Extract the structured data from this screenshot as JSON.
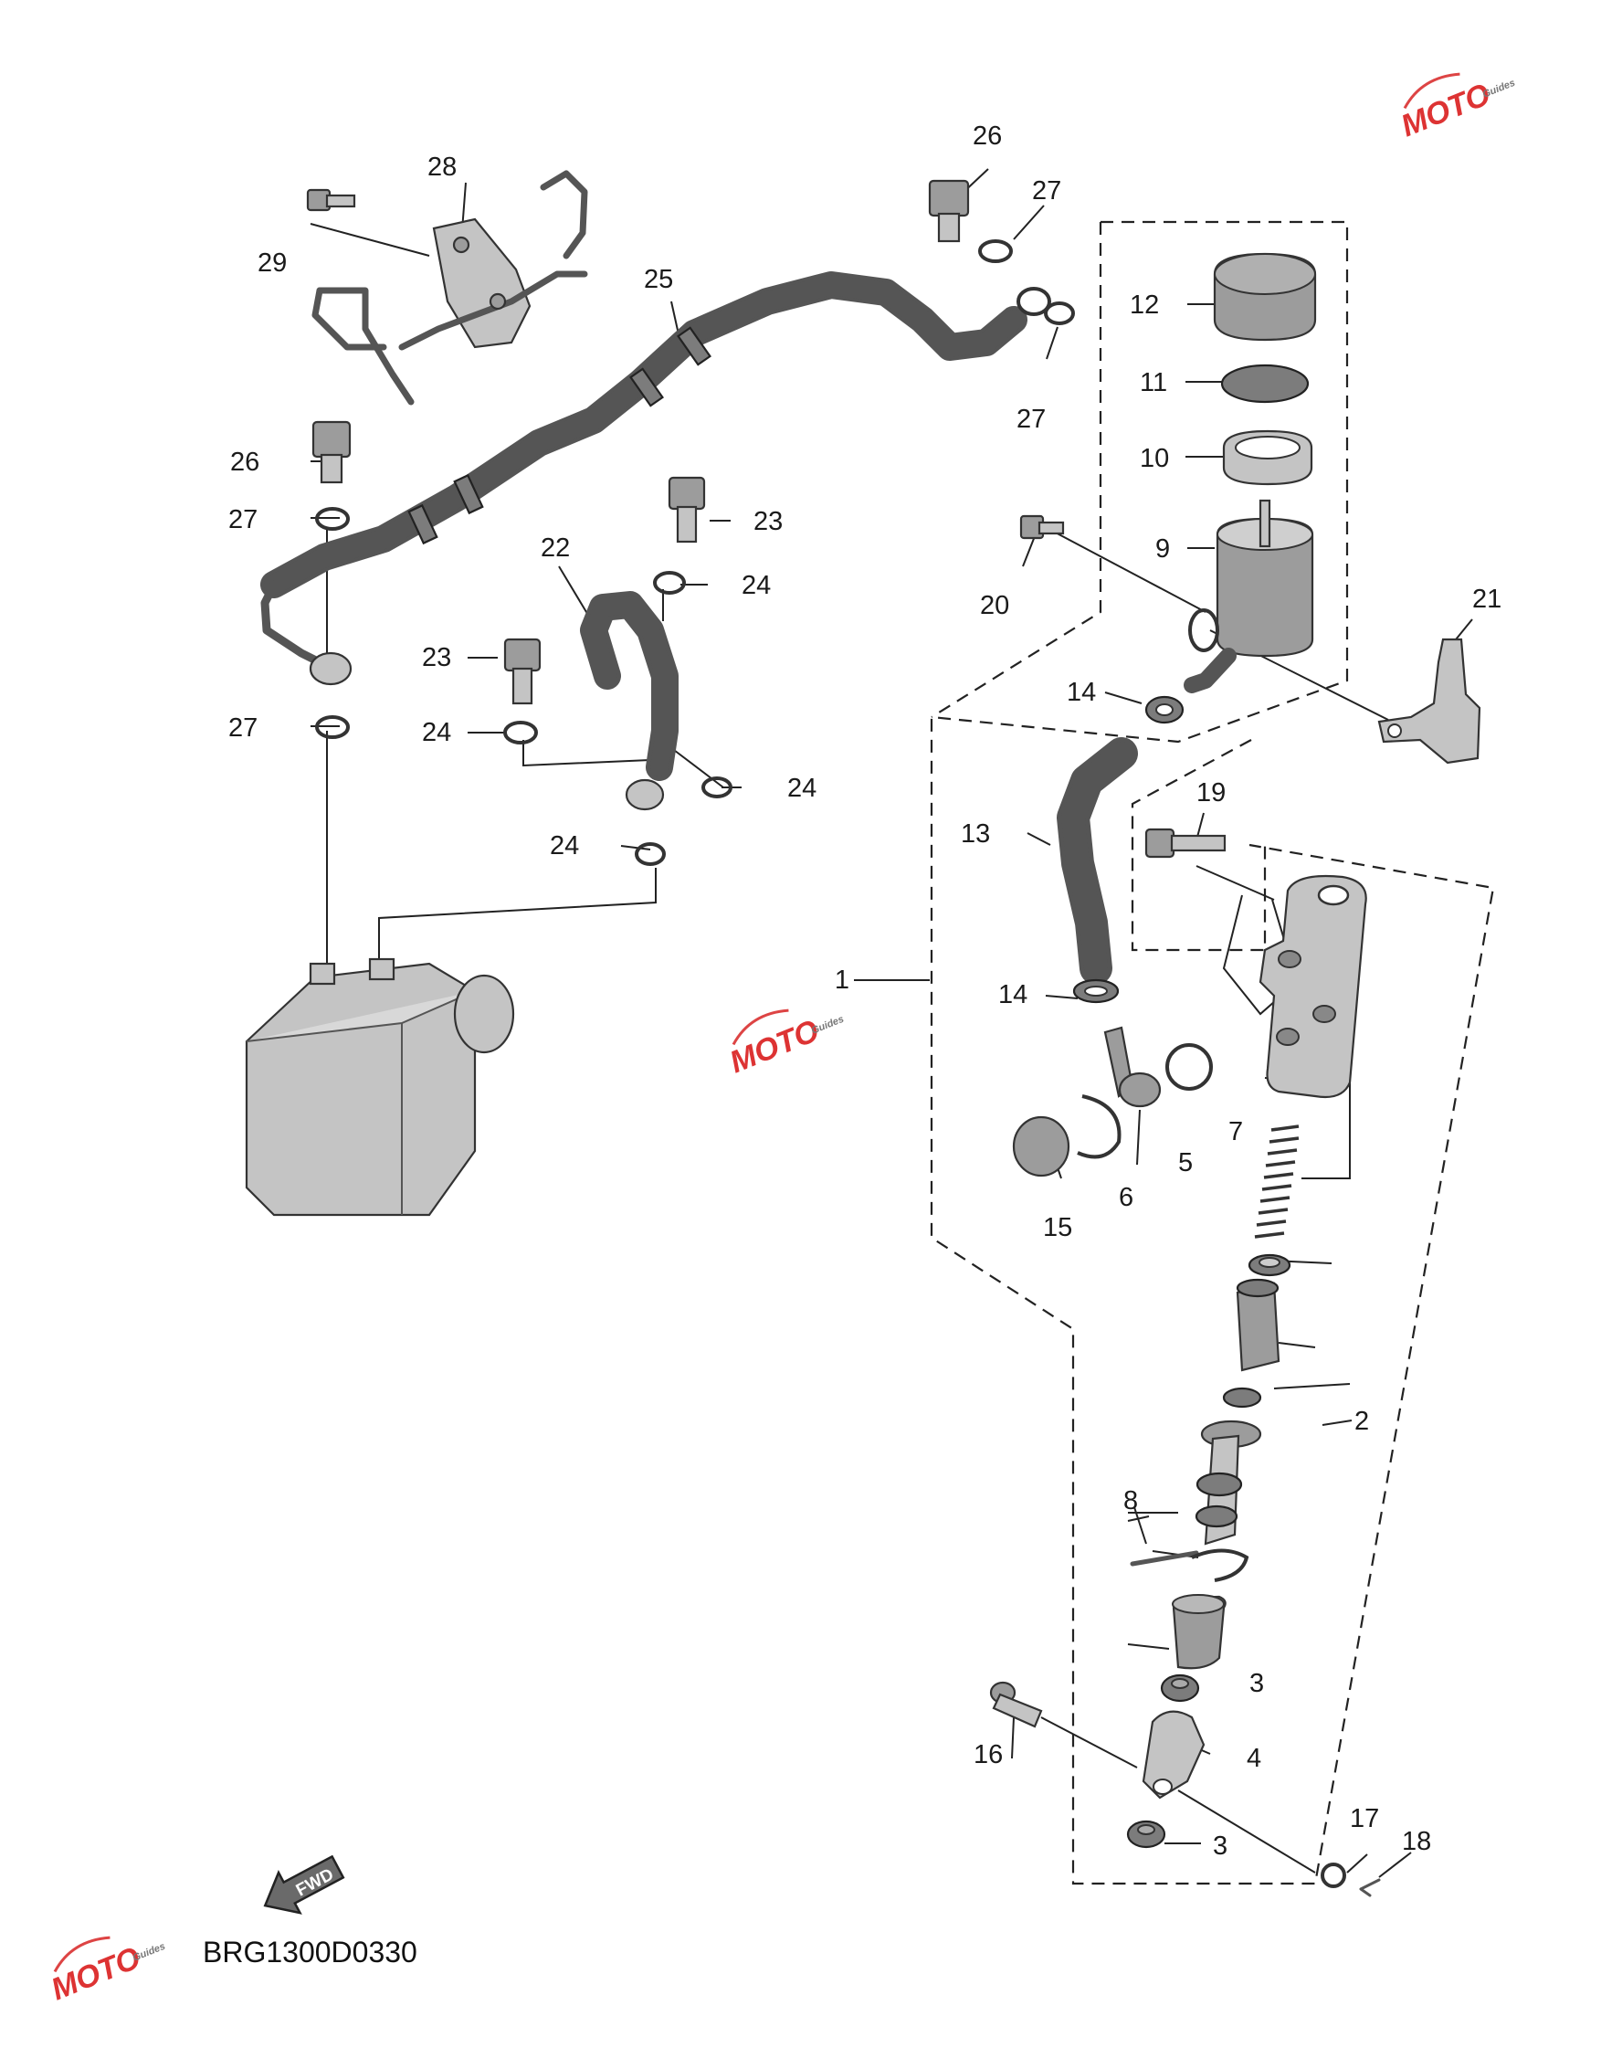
{
  "diagram_code": "BRG1300D0330",
  "fwd_label": "FWD",
  "watermark": {
    "main": "MOTO",
    "sub": "Guides"
  },
  "labels": {
    "l1": "1",
    "l2": "2",
    "l3a": "3",
    "l3b": "3",
    "l4": "4",
    "l5": "5",
    "l6": "6",
    "l7": "7",
    "l8": "8",
    "l9": "9",
    "l10": "10",
    "l11": "11",
    "l12": "12",
    "l13": "13",
    "l14a": "14",
    "l14b": "14",
    "l15": "15",
    "l16": "16",
    "l17": "17",
    "l18": "18",
    "l19": "19",
    "l20": "20",
    "l21": "21",
    "l22": "22",
    "l23a": "23",
    "l23b": "23",
    "l24a": "24",
    "l24b": "24",
    "l24c": "24",
    "l24d": "24",
    "l25": "25",
    "l26a": "26",
    "l26b": "26",
    "l27a": "27",
    "l27b": "27",
    "l27c": "27",
    "l27d": "27",
    "l28": "28",
    "l29": "29"
  }
}
